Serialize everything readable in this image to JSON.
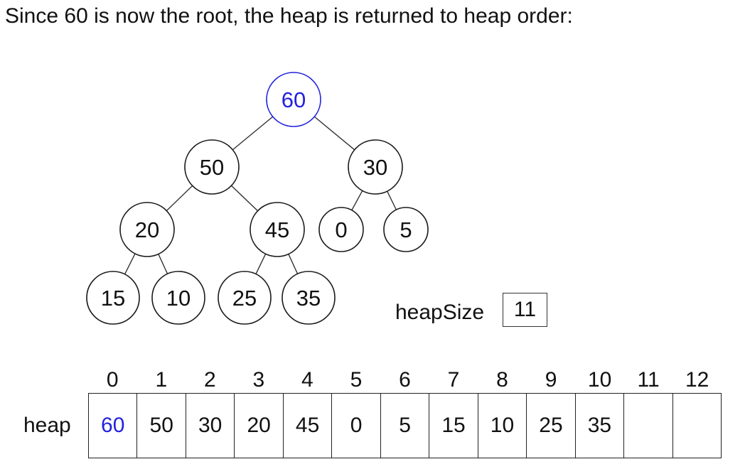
{
  "title": "Since 60 is now the root, the heap is returned to heap order:",
  "colors": {
    "highlight": "#2222dd",
    "node_stroke": "#1a1a1a",
    "edge": "#333333"
  },
  "tree": {
    "nodes": [
      {
        "value": "60",
        "highlighted": true
      },
      {
        "value": "50",
        "highlighted": false
      },
      {
        "value": "30",
        "highlighted": false
      },
      {
        "value": "20",
        "highlighted": false
      },
      {
        "value": "45",
        "highlighted": false
      },
      {
        "value": "0",
        "highlighted": false
      },
      {
        "value": "5",
        "highlighted": false
      },
      {
        "value": "15",
        "highlighted": false
      },
      {
        "value": "10",
        "highlighted": false
      },
      {
        "value": "25",
        "highlighted": false
      },
      {
        "value": "35",
        "highlighted": false
      }
    ],
    "edges": [
      [
        "60",
        "50"
      ],
      [
        "60",
        "30"
      ],
      [
        "50",
        "20"
      ],
      [
        "50",
        "45"
      ],
      [
        "30",
        "0"
      ],
      [
        "30",
        "5"
      ],
      [
        "20",
        "15"
      ],
      [
        "20",
        "10"
      ],
      [
        "45",
        "25"
      ],
      [
        "45",
        "35"
      ]
    ]
  },
  "heap_size": {
    "label": "heapSize",
    "value": "11"
  },
  "array": {
    "label": "heap",
    "indices": [
      "0",
      "1",
      "2",
      "3",
      "4",
      "5",
      "6",
      "7",
      "8",
      "9",
      "10",
      "11",
      "12"
    ],
    "values": [
      "60",
      "50",
      "30",
      "20",
      "45",
      "0",
      "5",
      "15",
      "10",
      "25",
      "35",
      "",
      ""
    ]
  }
}
